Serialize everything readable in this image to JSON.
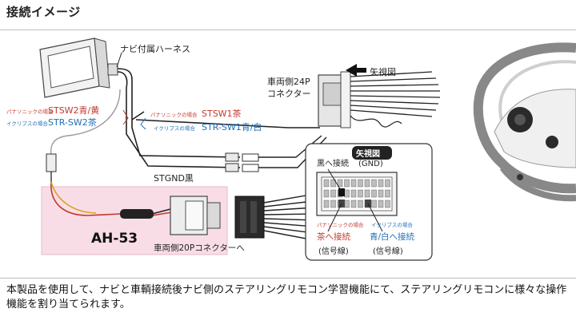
{
  "title": "接続イメージ",
  "labels": {
    "harness": "ナビ付属ハーネス",
    "view_arrow": "矢視図",
    "car_24p_line1": "車両側24P",
    "car_24p_line2": "コネクター",
    "pana_prefix_left": "パナソニックの場合",
    "pana_stsw2": "STSW2青/黄",
    "eclipse_prefix_left": "イクリプスの場合",
    "eclipse_strsw2": "STR-SW2茶",
    "pana_prefix_mid": "パナソニックの場合",
    "pana_stsw1": "STSW1茶",
    "eclipse_prefix_mid": "イクリプスの場合",
    "eclipse_strsw1": "STR-SW1青/白",
    "stgnd": "STGND黒",
    "model": "AH-53",
    "car_20p": "車両側20Pコネクターへ",
    "inset_title": "矢視図",
    "black_to": "黒へ接続",
    "gnd": "(GND)",
    "pana_prefix_inset": "パナソニックの場合",
    "brown_to": "茶へ接続",
    "signal_left": "(信号線)",
    "eclipse_prefix_inset": "イクリプスの場合",
    "blue_white_to": "青/白へ接続",
    "signal_right": "(信号線)"
  },
  "description": "本製品を使用して、ナビと車輌接続後ナビ側のステアリングリモコン学習機能にて、ステアリングリモコンに様々な操作機能を割り当てられます。",
  "colors": {
    "panasonic_red": "#c0392b",
    "eclipse_blue": "#1f6fb5",
    "pink_box": "#f8dde6",
    "wire": "#222222"
  }
}
